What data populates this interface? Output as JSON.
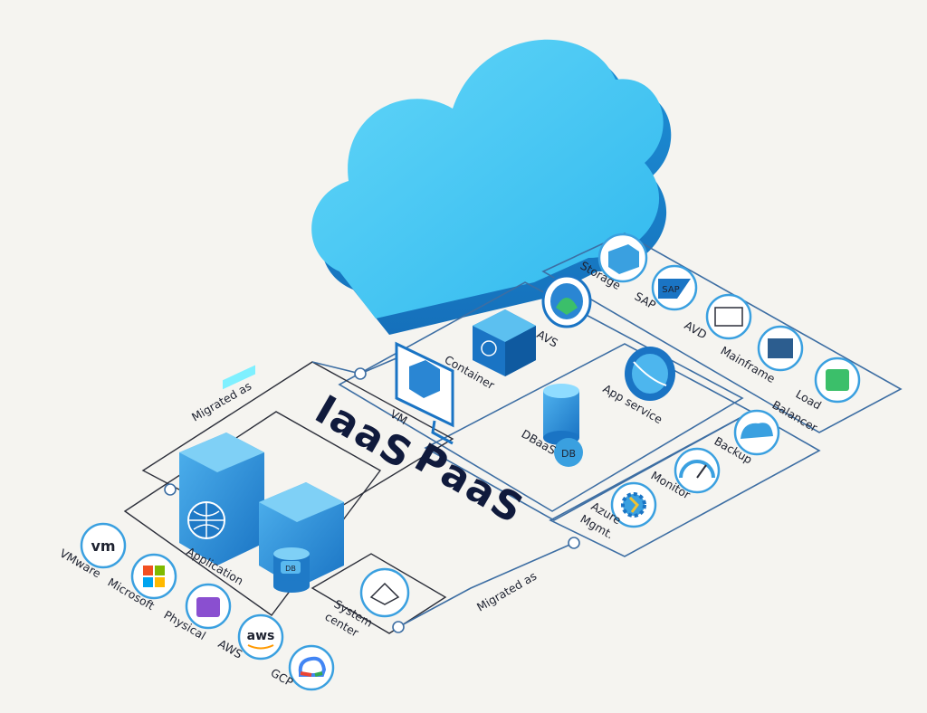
{
  "labels": {
    "iaas": "IaaS",
    "paas": "PaaS",
    "migrated_left": "Migrated as",
    "migrated_right": "Migrated as",
    "application": "Application",
    "system_center_1": "System",
    "system_center_2": "center",
    "vm": "VM",
    "container": "Container",
    "avs": "AVS",
    "dbaas": "DBaaS",
    "app_service": "App service",
    "storage": "Storage",
    "sap": "SAP",
    "avd": "AVD",
    "mainframe": "Mainframe",
    "load": "Load",
    "balancer": "Balancer",
    "backup": "Backup",
    "monitor": "Monitor",
    "azure": "Azure",
    "mgmt": "Mgmt.",
    "vmware": "VMware",
    "microsoft": "Microsoft",
    "physical": "Physical",
    "aws": "AWS",
    "gcp": "GCP"
  },
  "icon_text": {
    "vm_logo": "vm",
    "aws_logo": "aws",
    "sap_logo": "SAP",
    "db_badge": "DB"
  },
  "icons": [
    "cloud-icon",
    "server-icon",
    "database-icon",
    "monitor-icon",
    "cube-icon",
    "avs-icon",
    "app-service-icon",
    "storage-icon",
    "sap-icon",
    "avd-icon",
    "mainframe-icon",
    "load-balancer-icon",
    "backup-icon",
    "gauge-icon",
    "gear-icon",
    "vmware-icon",
    "microsoft-icon",
    "physical-icon",
    "aws-icon",
    "gcp-icon",
    "system-center-icon"
  ],
  "colors": {
    "cloud": "#3cc4f2",
    "accent": "#1e88d8",
    "line": "#3d6ea3",
    "text": "#1e2230",
    "title": "#101a3c"
  }
}
